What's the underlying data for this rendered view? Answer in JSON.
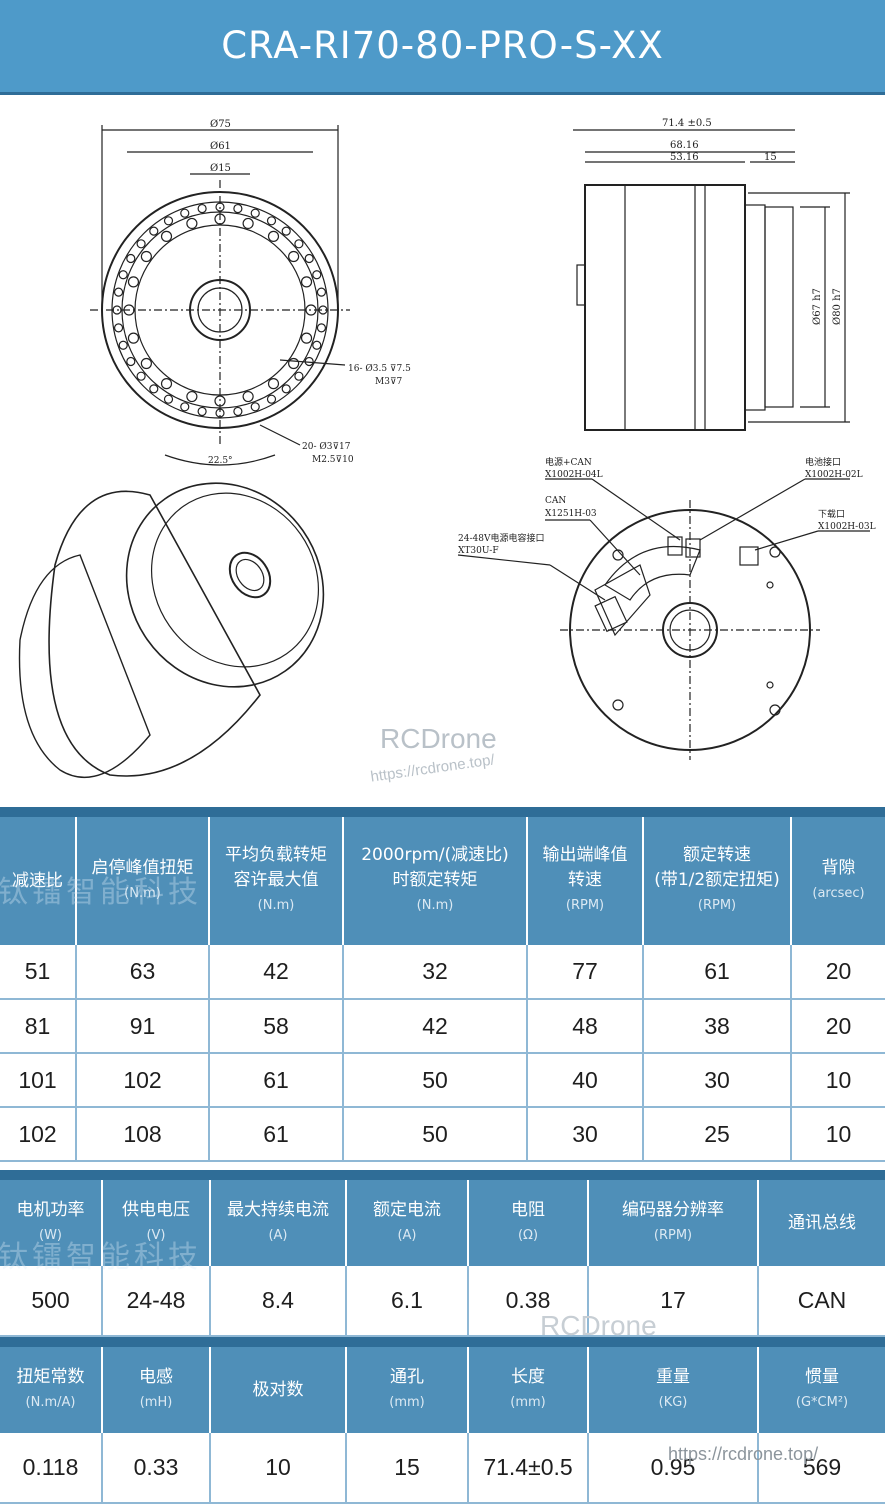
{
  "title": "CRA-RI70-80-PRO-S-XX",
  "drawing": {
    "front_dims": [
      "Ø75",
      "Ø61",
      "Ø15"
    ],
    "front_notes": [
      "16- Ø3.5 ⊽7.5",
      "M3⊽7",
      "20- Ø3⊽17",
      "M2.5⊽10",
      "22.5°"
    ],
    "side_dims": [
      "71.4 ±0.5",
      "68.16",
      "53.16",
      "15",
      "Ø67 h7",
      "Ø80 h7"
    ],
    "connector_labels": [
      "电源+CAN",
      "X1002H-04L",
      "CAN",
      "X1251H-03",
      "24-48V电源电容接口",
      "XT30U-F",
      "电池接口",
      "X1002H-02L",
      "下载口",
      "X1002H-03L"
    ]
  },
  "watermarks": {
    "brand": "RCDrone",
    "url": "https://rcdrone.top/"
  },
  "table1": {
    "headers": [
      {
        "label": "减速比",
        "unit": ""
      },
      {
        "label": "启停峰值扭矩",
        "unit": "(N.m)"
      },
      {
        "label": "平均负载转矩\n容许最大值",
        "unit": "(N.m)"
      },
      {
        "label": "2000rpm/(减速比)\n时额定转矩",
        "unit": "(N.m)"
      },
      {
        "label": "输出端峰值\n转速",
        "unit": "(RPM)"
      },
      {
        "label": "额定转速\n(带1/2额定扭矩)",
        "unit": "(RPM)"
      },
      {
        "label": "背隙",
        "unit": "(arcsec)"
      }
    ],
    "rows": [
      [
        "51",
        "63",
        "42",
        "32",
        "77",
        "61",
        "20"
      ],
      [
        "81",
        "91",
        "58",
        "42",
        "48",
        "38",
        "20"
      ],
      [
        "101",
        "102",
        "61",
        "50",
        "40",
        "30",
        "10"
      ],
      [
        "102",
        "108",
        "61",
        "50",
        "30",
        "25",
        "10"
      ]
    ]
  },
  "table2": {
    "headers": [
      {
        "label": "电机功率",
        "unit": "(W)"
      },
      {
        "label": "供电电压",
        "unit": "(V)"
      },
      {
        "label": "最大持续电流",
        "unit": "(A)"
      },
      {
        "label": "额定电流",
        "unit": "(A)"
      },
      {
        "label": "电阻",
        "unit": "(Ω)"
      },
      {
        "label": "编码器分辨率",
        "unit": "(RPM)"
      },
      {
        "label": "通讯总线",
        "unit": ""
      }
    ],
    "rows": [
      [
        "500",
        "24-48",
        "8.4",
        "6.1",
        "0.38",
        "17",
        "CAN"
      ]
    ]
  },
  "table3": {
    "headers": [
      {
        "label": "扭矩常数",
        "unit": "(N.m/A)"
      },
      {
        "label": "电感",
        "unit": "(mH)"
      },
      {
        "label": "极对数",
        "unit": ""
      },
      {
        "label": "通孔",
        "unit": "(mm)"
      },
      {
        "label": "长度",
        "unit": "(mm)"
      },
      {
        "label": "重量",
        "unit": "(KG)"
      },
      {
        "label": "惯量",
        "unit": "(G*CM²)"
      }
    ],
    "rows": [
      [
        "0.118",
        "0.33",
        "10",
        "15",
        "71.4±0.5",
        "0.95",
        "569"
      ]
    ]
  },
  "header_watermark": "钛镭智能科技",
  "colors": {
    "header_bg": "#4f8fb8",
    "title_bg": "#4e9ac9",
    "separator": "#2f6d97"
  }
}
